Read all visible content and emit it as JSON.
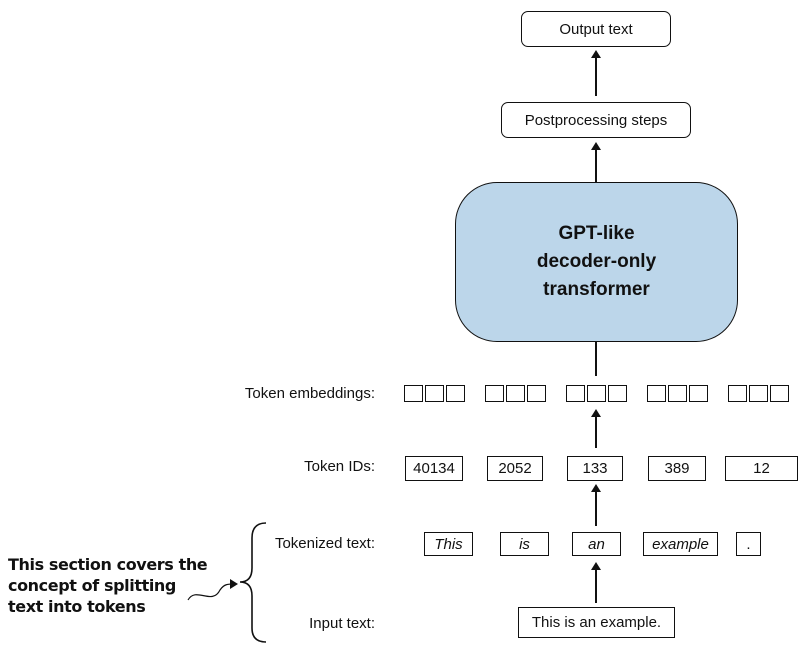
{
  "output_text": "Output text",
  "postprocessing": "Postprocessing steps",
  "transformer": {
    "line1": "GPT-like",
    "line2": "decoder-only",
    "line3": "transformer"
  },
  "labels": {
    "token_embeddings": "Token embeddings:",
    "token_ids": "Token IDs:",
    "tokenized_text": "Tokenized text:",
    "input_text": "Input text:"
  },
  "token_ids": [
    "40134",
    "2052",
    "133",
    "389",
    "12"
  ],
  "tokens": [
    "This",
    "is",
    "an",
    "example",
    "."
  ],
  "input_sentence": "This is an example.",
  "note": {
    "line1": "This section covers the",
    "line2": "concept of splitting",
    "line3": "text into tokens"
  }
}
